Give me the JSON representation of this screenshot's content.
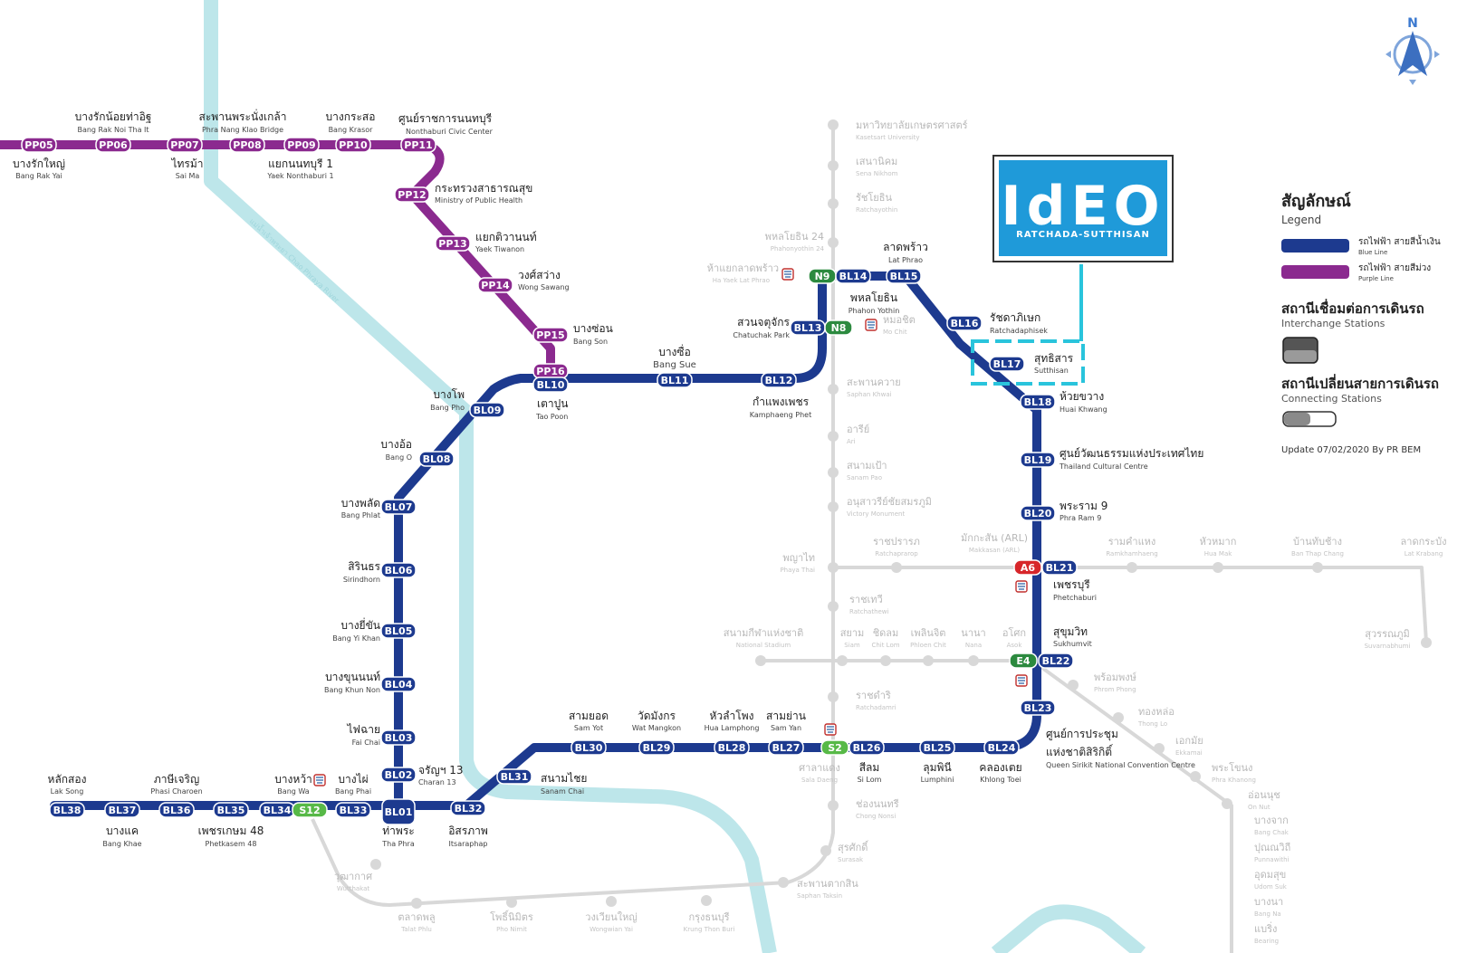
{
  "colors": {
    "blue_line": "#1d3a8f",
    "purple_line": "#8b2a8f",
    "river": "#bde6ea",
    "grey_line": "#d8d8d8",
    "airport_link": "#d7262a",
    "green_line": "#2c8a3f",
    "ideo_blue": "#1f9ad9",
    "highlight": "#29c4dc"
  },
  "river_label": "แม่น้ำเจ้าพระยา Chao Phraya River",
  "ideo": {
    "logo_text": "IdEO",
    "subtitle": "RATCHADA-SUTTHISAN"
  },
  "compass": {
    "letter": "N"
  },
  "legend": {
    "title_th": "สัญลักษณ์",
    "title_en": "Legend",
    "blue_th": "รถไฟฟ้า สายสีน้ำเงิน",
    "blue_en": "Blue Line",
    "purple_th": "รถไฟฟ้า สายสีม่วง",
    "purple_en": "Purple Line",
    "interchange_th": "สถานีเชื่อมต่อการเดินรถ",
    "interchange_en": "Interchange Stations",
    "connecting_th": "สถานีเปลี่ยนสายการเดินรถ",
    "connecting_en": "Connecting Stations",
    "update": "Update 07/02/2020 By PR BEM"
  },
  "badges": [
    {
      "code": "PP05",
      "line": "purple"
    },
    {
      "code": "PP06",
      "line": "purple"
    },
    {
      "code": "PP07",
      "line": "purple"
    },
    {
      "code": "PP08",
      "line": "purple"
    },
    {
      "code": "PP09",
      "line": "purple"
    },
    {
      "code": "PP10",
      "line": "purple"
    },
    {
      "code": "PP11",
      "line": "purple"
    },
    {
      "code": "PP12",
      "line": "purple"
    },
    {
      "code": "PP13",
      "line": "purple"
    },
    {
      "code": "PP14",
      "line": "purple"
    },
    {
      "code": "PP15",
      "line": "purple"
    },
    {
      "code": "PP16",
      "line": "purple"
    },
    {
      "code": "BL10",
      "line": "blue"
    },
    {
      "code": "BL09",
      "line": "blue"
    },
    {
      "code": "BL08",
      "line": "blue"
    },
    {
      "code": "BL07",
      "line": "blue"
    },
    {
      "code": "BL06",
      "line": "blue"
    },
    {
      "code": "BL05",
      "line": "blue"
    },
    {
      "code": "BL04",
      "line": "blue"
    },
    {
      "code": "BL03",
      "line": "blue"
    },
    {
      "code": "BL02",
      "line": "blue"
    },
    {
      "code": "BL01",
      "line": "blue"
    },
    {
      "code": "BL11",
      "line": "blue"
    },
    {
      "code": "BL12",
      "line": "blue"
    },
    {
      "code": "BL13",
      "line": "blue"
    },
    {
      "code": "N8",
      "line": "green"
    },
    {
      "code": "N9",
      "line": "green"
    },
    {
      "code": "BL14",
      "line": "blue"
    },
    {
      "code": "BL15",
      "line": "blue"
    },
    {
      "code": "BL16",
      "line": "blue"
    },
    {
      "code": "BL17",
      "line": "blue"
    },
    {
      "code": "BL18",
      "line": "blue"
    },
    {
      "code": "BL19",
      "line": "blue"
    },
    {
      "code": "BL20",
      "line": "blue"
    },
    {
      "code": "A6",
      "line": "red"
    },
    {
      "code": "BL21",
      "line": "blue"
    },
    {
      "code": "E4",
      "line": "green"
    },
    {
      "code": "BL22",
      "line": "blue"
    },
    {
      "code": "BL23",
      "line": "blue"
    },
    {
      "code": "BL24",
      "line": "blue"
    },
    {
      "code": "BL25",
      "line": "blue"
    },
    {
      "code": "S2",
      "line": "lightgreen"
    },
    {
      "code": "BL26",
      "line": "blue"
    },
    {
      "code": "BL27",
      "line": "blue"
    },
    {
      "code": "BL28",
      "line": "blue"
    },
    {
      "code": "BL29",
      "line": "blue"
    },
    {
      "code": "BL30",
      "line": "blue"
    },
    {
      "code": "BL31",
      "line": "blue"
    },
    {
      "code": "BL32",
      "line": "blue"
    },
    {
      "code": "BL33",
      "line": "blue"
    },
    {
      "code": "BL34",
      "line": "blue"
    },
    {
      "code": "S12",
      "line": "lightgreen"
    },
    {
      "code": "BL35",
      "line": "blue"
    },
    {
      "code": "BL36",
      "line": "blue"
    },
    {
      "code": "BL37",
      "line": "blue"
    },
    {
      "code": "BL38",
      "line": "blue"
    }
  ],
  "stations": [
    {
      "th": "บางรักน้อยท่าอิฐ",
      "en": "Bang Rak Noi Tha It"
    },
    {
      "th": "สะพานพระนั่งเกล้า",
      "en": "Phra Nang Klao Bridge"
    },
    {
      "th": "บางกระสอ",
      "en": "Bang Krasor"
    },
    {
      "th": "ศูนย์ราชการนนทบุรี",
      "en": "Nonthaburi Civic Center"
    },
    {
      "th": "บางรักใหญ่",
      "en": "Bang Rak Yai"
    },
    {
      "th": "ไทรม้า",
      "en": "Sai Ma"
    },
    {
      "th": "แยกนนทบุรี 1",
      "en": "Yaek Nonthaburi 1"
    },
    {
      "th": "กระทรวงสาธารณสุข",
      "en": "Ministry of Public Health"
    },
    {
      "th": "แยกติวานนท์",
      "en": "Yaek Tiwanon"
    },
    {
      "th": "วงศ์สว่าง",
      "en": "Wong Sawang"
    },
    {
      "th": "บางซ่อน",
      "en": "Bang Son"
    },
    {
      "th": "บางซื่อ",
      "en": "Bang Sue"
    },
    {
      "th": "เตาปูน",
      "en": "Tao Poon"
    },
    {
      "th": "บางโพ",
      "en": "Bang Pho"
    },
    {
      "th": "บางอ้อ",
      "en": "Bang O"
    },
    {
      "th": "บางพลัด",
      "en": "Bang Phlat"
    },
    {
      "th": "สิรินธร",
      "en": "Sirindhorn"
    },
    {
      "th": "บางยี่ขัน",
      "en": "Bang Yi Khan"
    },
    {
      "th": "บางขุนนนท์",
      "en": "Bang Khun Non"
    },
    {
      "th": "ไฟฉาย",
      "en": "Fai Chai"
    },
    {
      "th": "จรัญฯ 13",
      "en": "Charan 13"
    },
    {
      "th": "ท่าพระ",
      "en": "Tha Phra"
    },
    {
      "th": "อิสรภาพ",
      "en": "Itsaraphap"
    },
    {
      "th": "สนามไชย",
      "en": "Sanam Chai"
    },
    {
      "th": "สามยอด",
      "en": "Sam Yot"
    },
    {
      "th": "วัดมังกร",
      "en": "Wat Mangkon"
    },
    {
      "th": "หัวลำโพง",
      "en": "Hua Lamphong"
    },
    {
      "th": "สามย่าน",
      "en": "Sam Yan"
    },
    {
      "th": "สีลม",
      "en": "Si Lom"
    },
    {
      "th": "ลุมพินี",
      "en": "Lumphini"
    },
    {
      "th": "คลองเตย",
      "en": "Khlong Toei"
    },
    {
      "th": "ศูนย์การประชุม",
      "en": ""
    },
    {
      "th": "แห่งชาติสิริกิติ์",
      "en": "Queen Sirikit National Convention Centre"
    },
    {
      "th": "สุขุมวิท",
      "en": "Sukhumvit"
    },
    {
      "th": "เพชรบุรี",
      "en": "Phetchaburi"
    },
    {
      "th": "พระราม 9",
      "en": "Phra Ram 9"
    },
    {
      "th": "ศูนย์วัฒนธรรมแห่งประเทศไทย",
      "en": "Thailand Cultural Centre"
    },
    {
      "th": "ห้วยขวาง",
      "en": "Huai Khwang"
    },
    {
      "th": "สุทธิสาร",
      "en": "Sutthisan"
    },
    {
      "th": "รัชดาภิเษก",
      "en": "Ratchadaphisek"
    },
    {
      "th": "ลาดพร้าว",
      "en": "Lat Phrao"
    },
    {
      "th": "พหลโยธิน",
      "en": "Phahon Yothin"
    },
    {
      "th": "สวนจตุจักร",
      "en": "Chatuchak Park"
    },
    {
      "th": "กำแพงเพชร",
      "en": "Kamphaeng Phet"
    },
    {
      "th": "บางหว้า",
      "en": "Bang Wa"
    },
    {
      "th": "บางไผ่",
      "en": "Bang Phai"
    },
    {
      "th": "หลักสอง",
      "en": "Lak Song"
    },
    {
      "th": "ภาษีเจริญ",
      "en": "Phasi Charoen"
    },
    {
      "th": "บางแค",
      "en": "Bang Khae"
    },
    {
      "th": "เพชรเกษม 48",
      "en": "Phetkasem 48"
    }
  ],
  "grey_stations": [
    {
      "th": "มหาวิทยาลัยเกษตรศาสตร์",
      "en": "Kasetsart University"
    },
    {
      "th": "เสนานิคม",
      "en": "Sena Nikhom"
    },
    {
      "th": "รัชโยธิน",
      "en": "Ratchayothin"
    },
    {
      "th": "พหลโยธิน 24",
      "en": "Phahonyothin 24"
    },
    {
      "th": "ห้าแยกลาดพร้าว",
      "en": "Ha Yaek Lat Phrao"
    },
    {
      "th": "หมอชิต",
      "en": "Mo Chit"
    },
    {
      "th": "สะพานควาย",
      "en": "Saphan Khwai"
    },
    {
      "th": "อารีย์",
      "en": "Ari"
    },
    {
      "th": "สนามเป้า",
      "en": "Sanam Pao"
    },
    {
      "th": "อนุสาวรีย์ชัยสมรภูมิ",
      "en": "Victory Monument"
    },
    {
      "th": "พญาไท",
      "en": "Phaya Thai"
    },
    {
      "th": "ราชปรารภ",
      "en": "Ratchaprarop"
    },
    {
      "th": "มักกะสัน (ARL)",
      "en": "Makkasan (ARL)"
    },
    {
      "th": "รามคำแหง",
      "en": "Ramkhamhaeng"
    },
    {
      "th": "หัวหมาก",
      "en": "Hua Mak"
    },
    {
      "th": "บ้านทับช้าง",
      "en": "Ban Thap Chang"
    },
    {
      "th": "ลาดกระบัง",
      "en": "Lat Krabang"
    },
    {
      "th": "สุวรรณภูมิ",
      "en": "Suvarnabhumi"
    },
    {
      "th": "ราชเทวี",
      "en": "Ratchathewi"
    },
    {
      "th": "สนามกีฬาแห่งชาติ",
      "en": "National Stadium"
    },
    {
      "th": "สยาม",
      "en": "Siam"
    },
    {
      "th": "ชิดลม",
      "en": "Chit Lom"
    },
    {
      "th": "เพลินจิต",
      "en": "Phloen Chit"
    },
    {
      "th": "นานา",
      "en": "Nana"
    },
    {
      "th": "อโศก",
      "en": "Asok"
    },
    {
      "th": "พร้อมพงษ์",
      "en": "Phrom Phong"
    },
    {
      "th": "ทองหล่อ",
      "en": "Thong Lo"
    },
    {
      "th": "เอกมัย",
      "en": "Ekkamai"
    },
    {
      "th": "พระโขนง",
      "en": "Phra Khanong"
    },
    {
      "th": "อ่อนนุช",
      "en": "On Nut"
    },
    {
      "th": "บางจาก",
      "en": "Bang Chak"
    },
    {
      "th": "ปุณณวิถี",
      "en": "Punnawithi"
    },
    {
      "th": "อุดมสุข",
      "en": "Udom Suk"
    },
    {
      "th": "บางนา",
      "en": "Bang Na"
    },
    {
      "th": "แบริ่ง",
      "en": "Bearing"
    },
    {
      "th": "ราชดำริ",
      "en": "Ratchadamri"
    },
    {
      "th": "ศาลาแดง",
      "en": "Sala Daeng"
    },
    {
      "th": "ช่องนนทรี",
      "en": "Chong Nonsi"
    },
    {
      "th": "สุรศักดิ์",
      "en": "Surasak"
    },
    {
      "th": "สะพานตากสิน",
      "en": "Saphan Taksin"
    },
    {
      "th": "กรุงธนบุรี",
      "en": "Krung Thon Buri"
    },
    {
      "th": "วงเวียนใหญ่",
      "en": "Wongwian Yai"
    },
    {
      "th": "โพธิ์นิมิตร",
      "en": "Pho Nimit"
    },
    {
      "th": "ตลาดพลู",
      "en": "Talat Phlu"
    },
    {
      "th": "วุฒากาศ",
      "en": "Wutthakat"
    }
  ]
}
